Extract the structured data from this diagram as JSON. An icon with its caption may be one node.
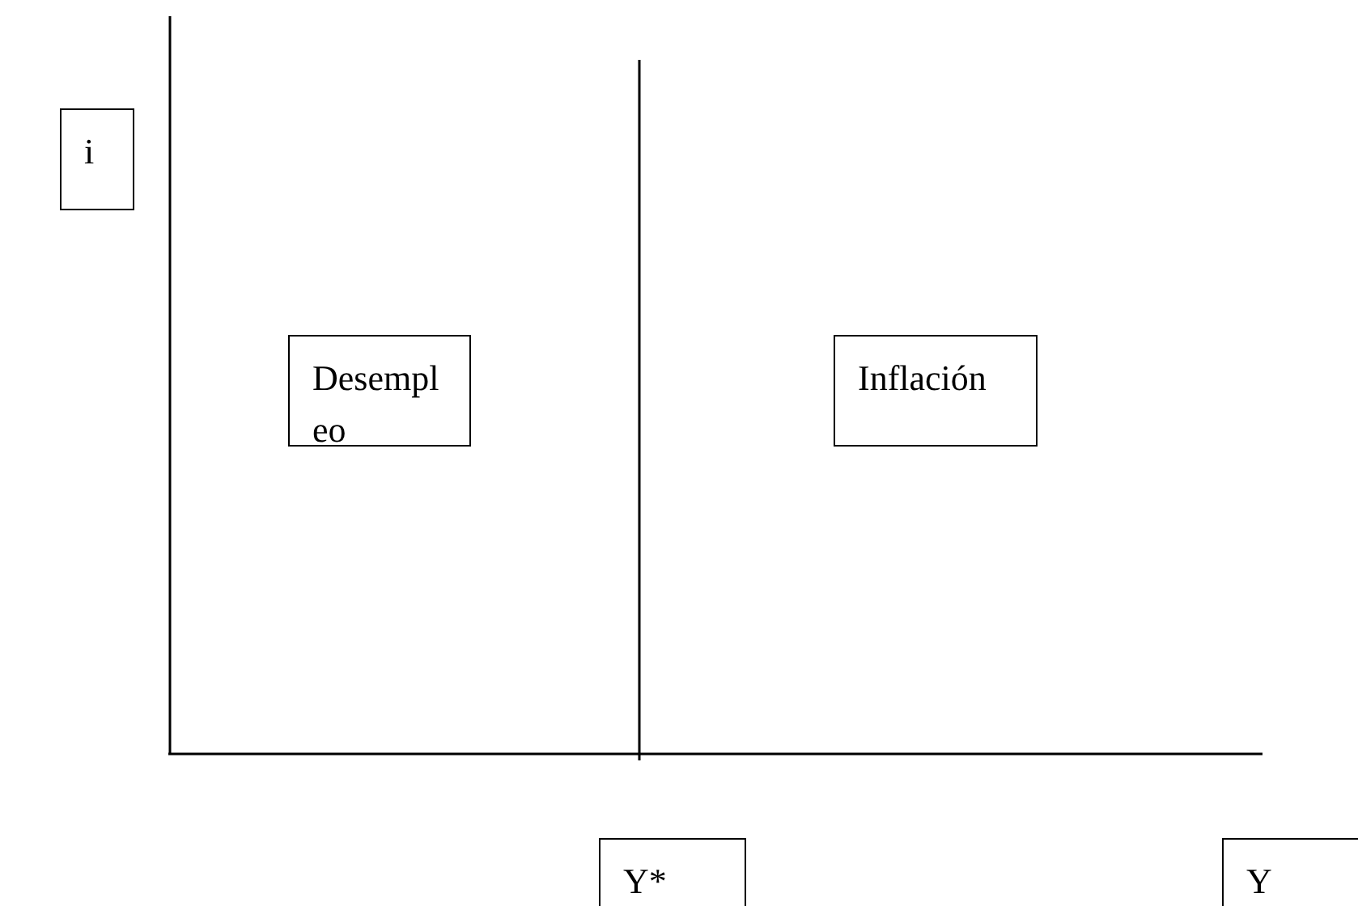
{
  "diagram": {
    "nodes": [
      {
        "text": [
          "i"
        ]
      },
      {
        "text": [
          "Desempleo"
        ]
      },
      {
        "text": [
          "Inflación"
        ]
      },
      {
        "text": [
          "Y*"
        ]
      },
      {
        "text": [
          "Y"
        ]
      }
    ]
  }
}
